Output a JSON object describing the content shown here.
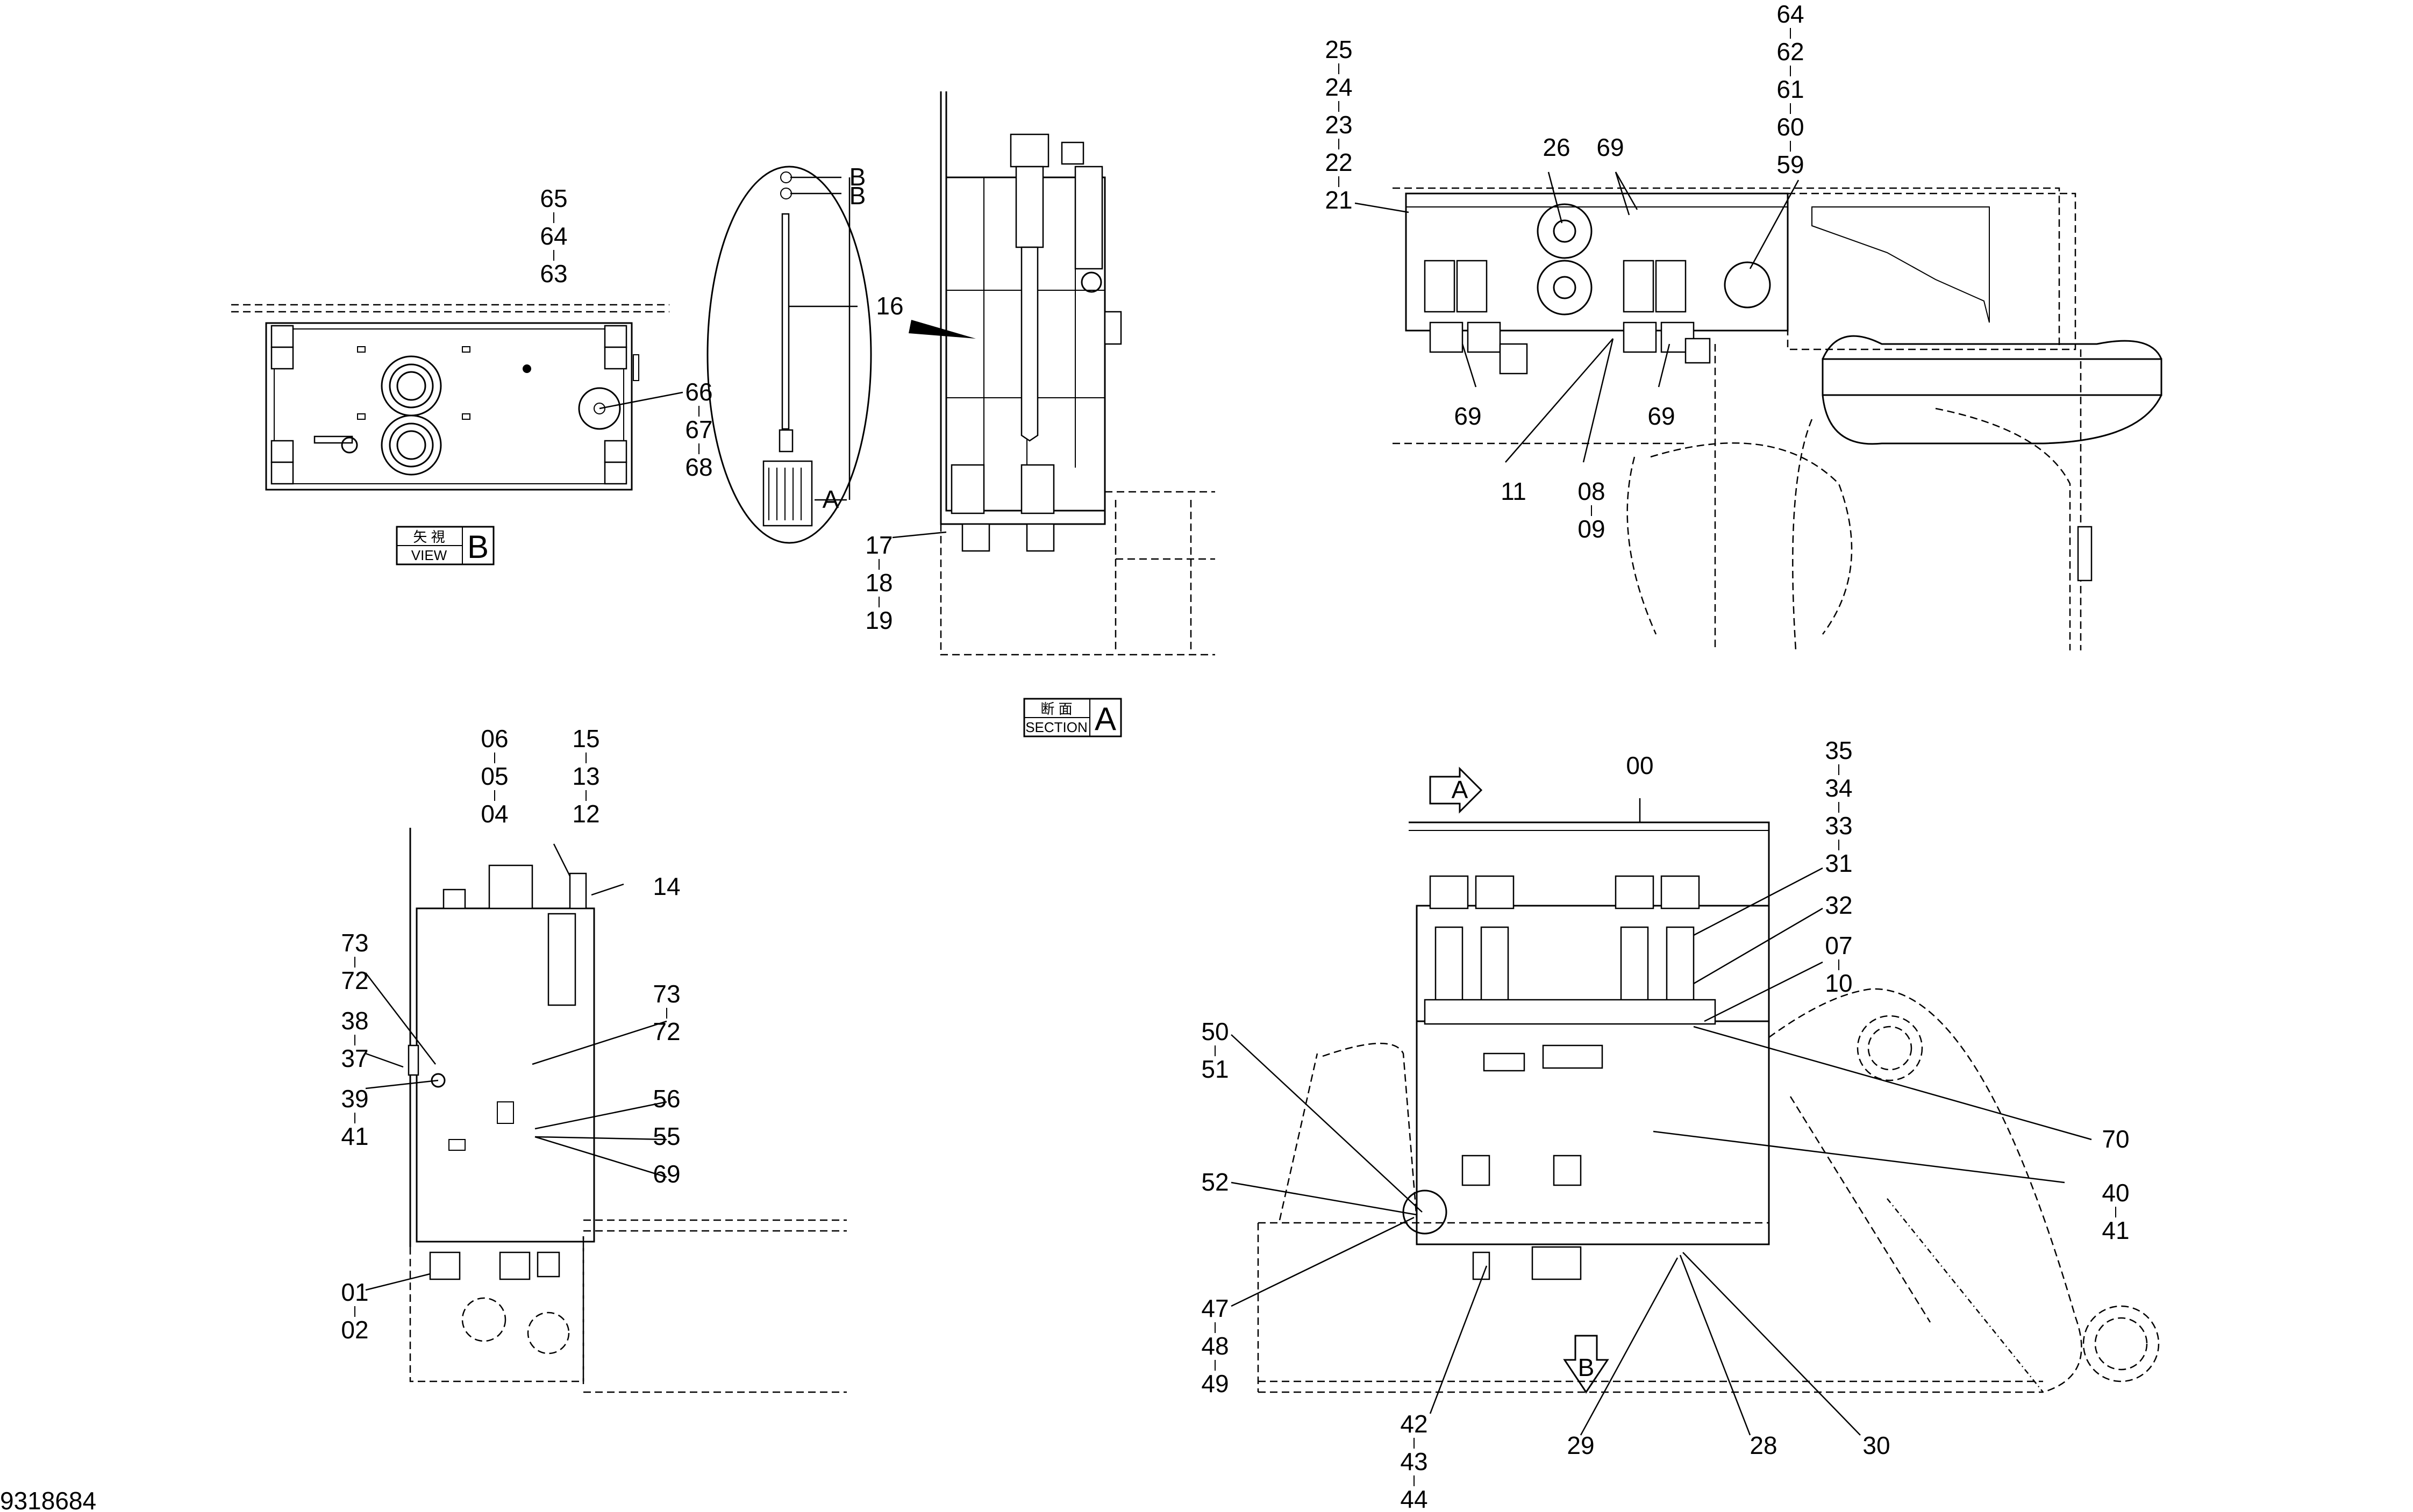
{
  "drawing_number": "9318684",
  "views": {
    "view_b": {
      "kanji": "矢 視",
      "word": "VIEW",
      "letter": "B"
    },
    "section_a": {
      "kanji": "断 面",
      "word": "SECTION",
      "letter": "A"
    }
  },
  "arrow_markers": {
    "a": "A",
    "b": "B"
  },
  "callouts": {
    "c00": "00",
    "c01": "01",
    "c02": "02",
    "c04": "04",
    "c05": "05",
    "c06": "06",
    "c07": "07",
    "c08": "08",
    "c09": "09",
    "c10": "10",
    "c11": "11",
    "c12": "12",
    "c13": "13",
    "c14": "14",
    "c15": "15",
    "c16": "16",
    "c17": "17",
    "c18": "18",
    "c19": "19",
    "c21": "21",
    "c22": "22",
    "c23": "23",
    "c24": "24",
    "c25": "25",
    "c26": "26",
    "c28": "28",
    "c29": "29",
    "c30": "30",
    "c31": "31",
    "c32": "32",
    "c33": "33",
    "c34": "34",
    "c35": "35",
    "c37": "37",
    "c38": "38",
    "c39": "39",
    "c40": "40",
    "c41": "41",
    "c42": "42",
    "c43": "43",
    "c44": "44",
    "c47": "47",
    "c48": "48",
    "c49": "49",
    "c50": "50",
    "c51": "51",
    "c52": "52",
    "c55": "55",
    "c56": "56",
    "c59": "59",
    "c60": "60",
    "c61": "61",
    "c62": "62",
    "c63": "63",
    "c64": "64",
    "c65": "65",
    "c66": "66",
    "c67": "67",
    "c68": "68",
    "c69": "69",
    "c70": "70",
    "c72": "72",
    "c73": "73",
    "letter_a": "A",
    "letter_b": "B"
  }
}
